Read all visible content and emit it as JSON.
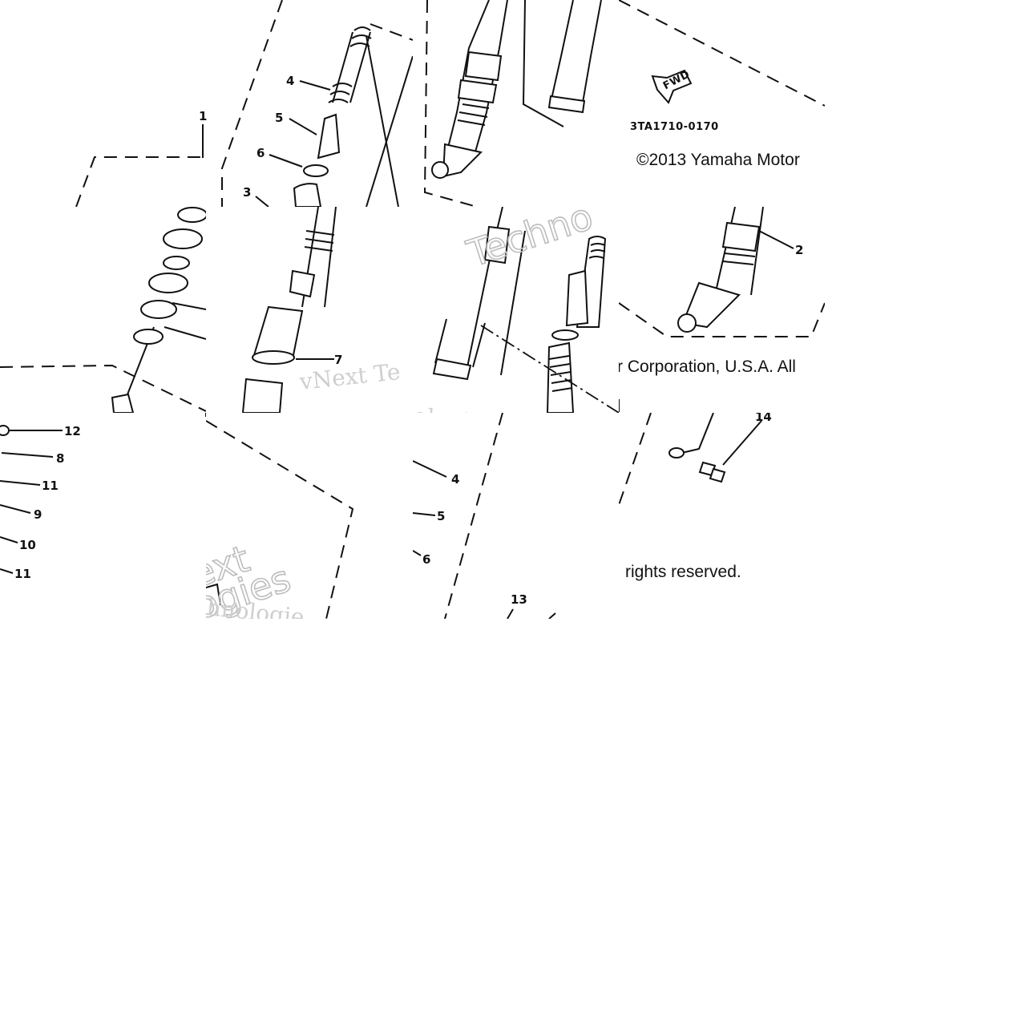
{
  "diagram": {
    "part_code": "3TA1710-0170",
    "fwd_label": "FWD",
    "copyright_line_1": "©2013 Yamaha Motor",
    "copyright_line_2": "r Corporation, U.S.A. All",
    "copyright_line_3": "rights reserved.",
    "watermarks": {
      "brand_a": "vNext Te",
      "brand_b": "Techno",
      "brand_c": "ologies",
      "brand_d": "ext",
      "brand_e": "logies",
      "brand_f": "hnologie"
    },
    "callouts": {
      "c1": "1",
      "c2": "2",
      "c3": "3",
      "c4": "4",
      "c5": "5",
      "c6": "6",
      "c7": "7",
      "c4b": "4",
      "c5b": "5",
      "c6b": "6",
      "c8": "8",
      "c9": "9",
      "c10": "10",
      "c11a": "11",
      "c11b": "11",
      "c12": "12",
      "c13": "13",
      "c14": "14"
    }
  }
}
